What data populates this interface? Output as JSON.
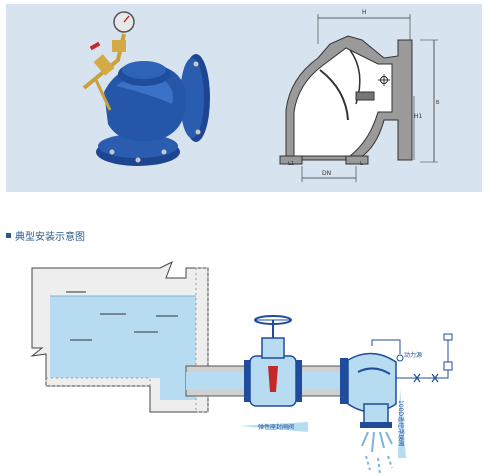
{
  "heading": "典型安装示意图",
  "drawing_labels": {
    "H": "H",
    "H1": "H1",
    "DN": "DN",
    "L1": "L1",
    "L": "L",
    "B": "B"
  },
  "install_labels": {
    "gate_valve": "弹性座封闸阀",
    "pilot": "动力源",
    "float_valve": "100D遥控浮球阀"
  },
  "colors": {
    "panel_bg": "#d7e3ee",
    "valve_body": "#1f4d9c",
    "water": "#b7dcf2",
    "pipe": "#6c6c6c",
    "heading": "#2a5a8a"
  }
}
